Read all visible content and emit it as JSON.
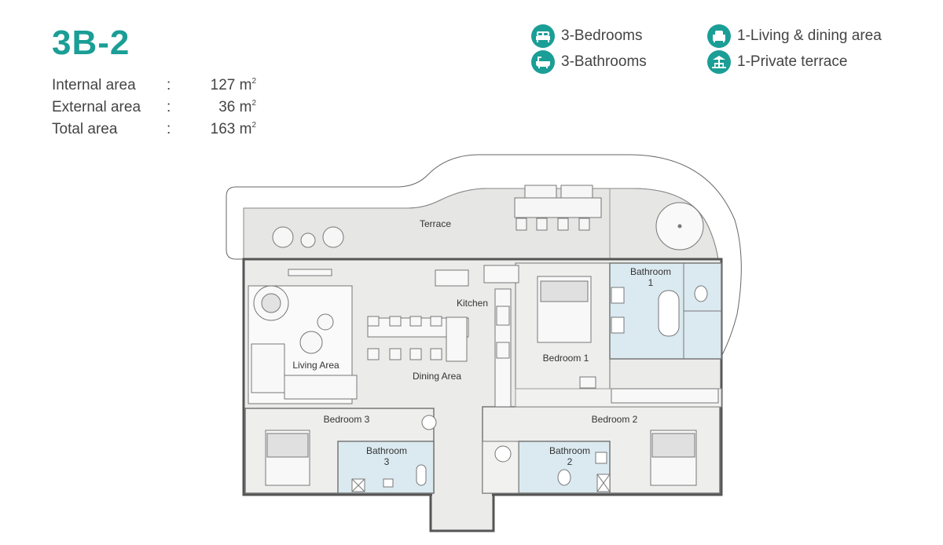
{
  "unit": {
    "title": "3B-2"
  },
  "areas": [
    {
      "label": "Internal area",
      "value": "127",
      "unit": "m",
      "sup": "2"
    },
    {
      "label": "External area",
      "value": "36",
      "unit": "m",
      "sup": "2"
    },
    {
      "label": "Total area",
      "value": "163",
      "unit": "m",
      "sup": "2"
    }
  ],
  "features_left": [
    {
      "icon": "bed-icon",
      "label": "3-Bedrooms"
    },
    {
      "icon": "bathtub-icon",
      "label": "3-Bathrooms"
    }
  ],
  "features_right": [
    {
      "icon": "armchair-icon",
      "label": "1-Living & dining area"
    },
    {
      "icon": "terrace-icon",
      "label": "1-Private terrace"
    }
  ],
  "rooms": {
    "terrace": "Terrace",
    "kitchen": "Kitchen",
    "living": "Living Area",
    "dining": "Dining Area",
    "bedroom1": "Bedroom 1",
    "bedroom2": "Bedroom 2",
    "bedroom3": "Bedroom 3",
    "bathroom1_a": "Bathroom",
    "bathroom1_b": "1",
    "bathroom2_a": "Bathroom",
    "bathroom2_b": "2",
    "bathroom3_a": "Bathroom",
    "bathroom3_b": "3"
  },
  "colors": {
    "accent": "#1a9e96",
    "floor": "#ebebea",
    "wet_area": "#dbeaf0",
    "wall": "#555555"
  }
}
